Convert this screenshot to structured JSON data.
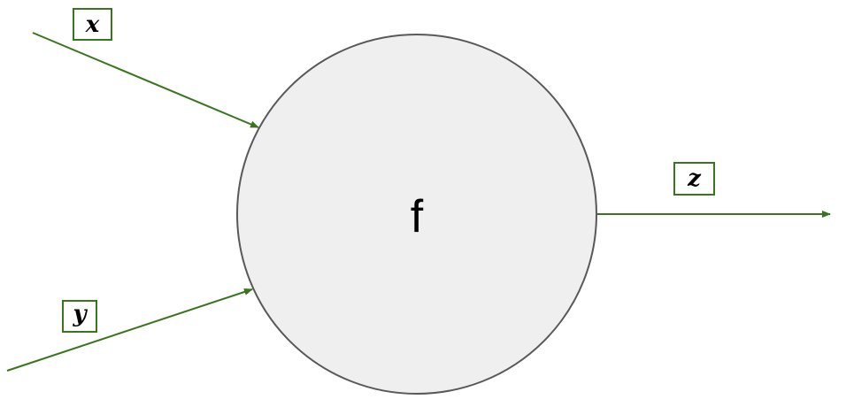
{
  "colors": {
    "edge": "#38761d",
    "node_fill": "#efefef",
    "node_stroke": "#595959"
  },
  "node": {
    "label": "f"
  },
  "inputs": [
    {
      "label": "x"
    },
    {
      "label": "y"
    }
  ],
  "output": {
    "label": "z"
  }
}
